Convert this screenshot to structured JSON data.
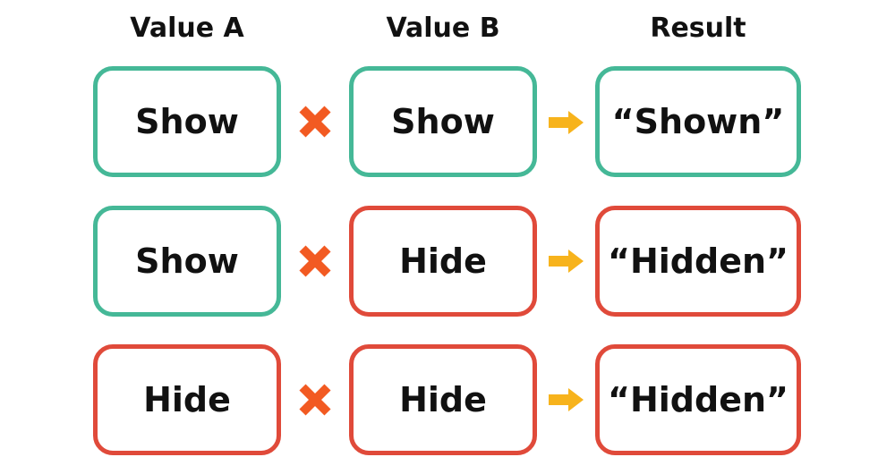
{
  "headers": {
    "value_a": "Value A",
    "value_b": "Value B",
    "result": "Result"
  },
  "rows": [
    {
      "a": "Show",
      "b": "Show",
      "result": "“Shown”",
      "a_state": "show",
      "b_state": "show",
      "result_state": "show"
    },
    {
      "a": "Show",
      "b": "Hide",
      "result": "“Hidden”",
      "a_state": "show",
      "b_state": "hide",
      "result_state": "hide"
    },
    {
      "a": "Hide",
      "b": "Hide",
      "result": "“Hidden”",
      "a_state": "hide",
      "b_state": "hide",
      "result_state": "hide"
    }
  ],
  "icons": {
    "operator": "multiply-x-icon",
    "yields": "arrow-right-icon"
  },
  "colors": {
    "show": "#45b897",
    "hide": "#e04a3a",
    "operator": "#f25a22",
    "arrow": "#f7b31c",
    "text": "#111111"
  }
}
